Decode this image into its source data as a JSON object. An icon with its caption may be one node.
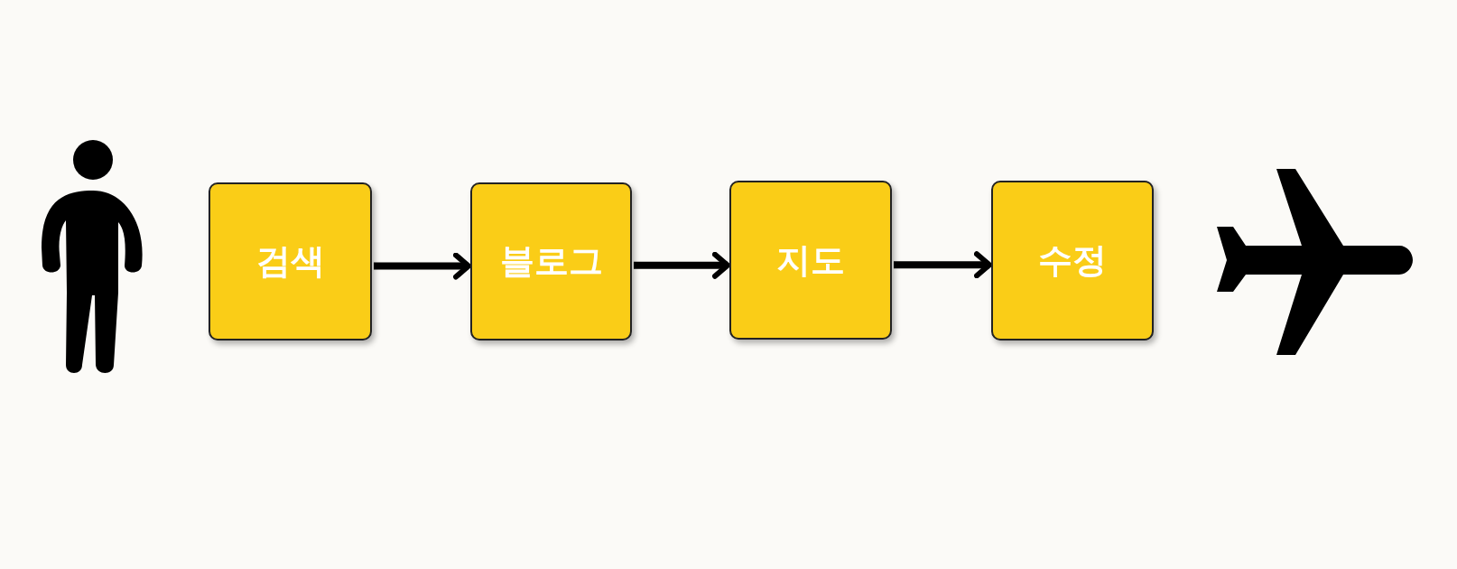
{
  "diagram": {
    "nodes": [
      {
        "text": [],
        "shape": "person"
      },
      {
        "text": [
          "검색"
        ]
      },
      {
        "text": [
          "블로그"
        ]
      },
      {
        "text": [
          "지도"
        ]
      },
      {
        "text": [
          "수정"
        ]
      },
      {
        "text": [],
        "shape": "airplane"
      }
    ],
    "edges": [
      {
        "from": 1,
        "to": 2,
        "arrow": "to"
      },
      {
        "from": 2,
        "to": 3,
        "arrow": "to"
      },
      {
        "from": 3,
        "to": 4,
        "arrow": "to"
      }
    ]
  }
}
